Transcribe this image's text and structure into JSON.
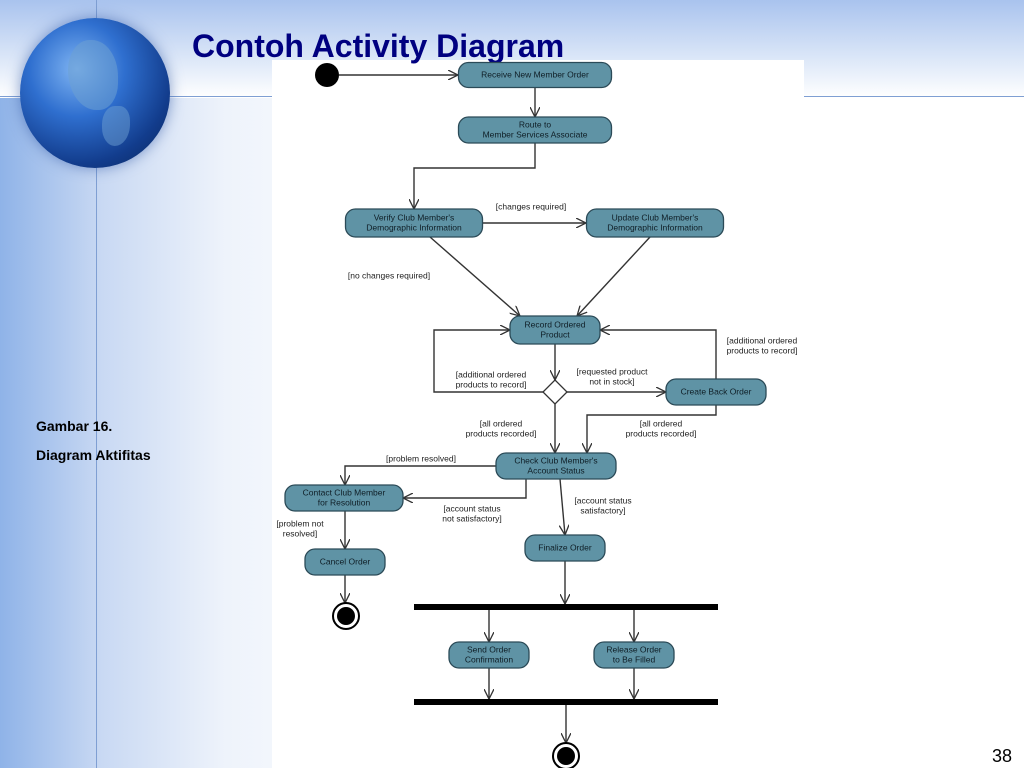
{
  "slide": {
    "title": "Contoh Activity Diagram",
    "caption_line1": "Gambar 16.",
    "caption_line2": "Diagram Aktifitas",
    "page_number": "38"
  },
  "diagram": {
    "actions": {
      "receive": [
        "Receive New Member Order"
      ],
      "route": [
        "Route to",
        "Member Services Associate"
      ],
      "verify": [
        "Verify Club Member's",
        "Demographic Information"
      ],
      "update": [
        "Update Club Member's",
        "Demographic Information"
      ],
      "record": [
        "Record Ordered",
        "Product"
      ],
      "backorder": [
        "Create Back Order"
      ],
      "check": [
        "Check Club Member's",
        "Account Status"
      ],
      "contact": [
        "Contact Club Member",
        "for Resolution"
      ],
      "cancel": [
        "Cancel Order"
      ],
      "finalize": [
        "Finalize Order"
      ],
      "send": [
        "Send Order",
        "Confirmation"
      ],
      "release": [
        "Release Order",
        "to Be Filled"
      ]
    },
    "guards": {
      "changes_required": [
        "[changes required]"
      ],
      "no_changes_required": [
        "[no changes required]"
      ],
      "additional_right": [
        "[additional ordered",
        "products to record]"
      ],
      "additional_left": [
        "[additional ordered",
        "products to record]"
      ],
      "requested_not_in_stock": [
        "[requested product",
        "not in stock]"
      ],
      "all_recorded_left": [
        "[all ordered",
        "products recorded]"
      ],
      "all_recorded_right": [
        "[all ordered",
        "products recorded]"
      ],
      "problem_resolved": [
        "[problem resolved]"
      ],
      "account_not_satisfactory": [
        "[account status",
        "not satisfactory]"
      ],
      "account_satisfactory": [
        "[account status",
        "satisfactory]"
      ],
      "problem_not_resolved": [
        "[problem not",
        "resolved]"
      ]
    }
  },
  "colors": {
    "title": "#000080",
    "action_fill": "#5f93a5",
    "action_stroke": "#2b4a57",
    "edge": "#333333"
  }
}
